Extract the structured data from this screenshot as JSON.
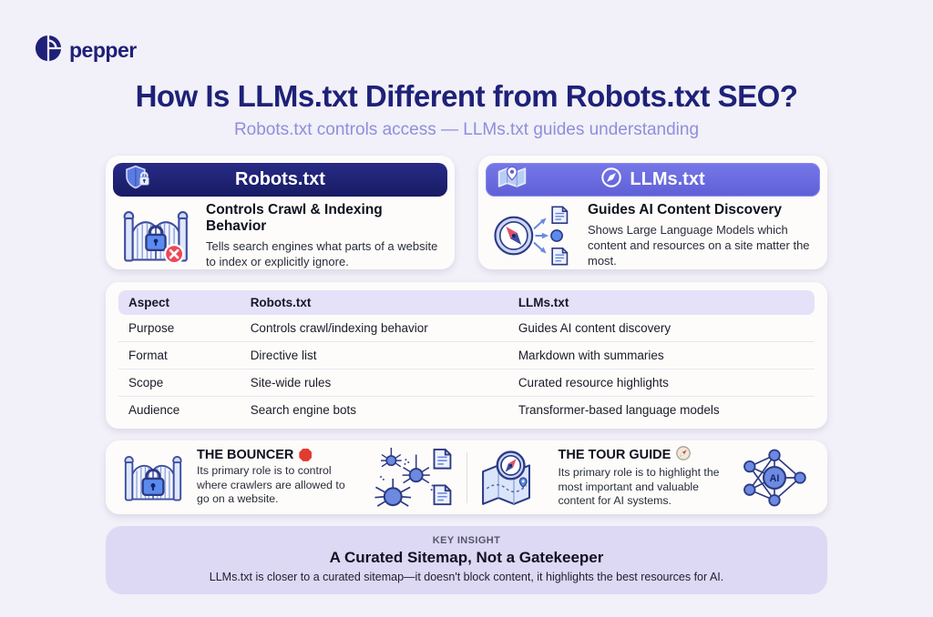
{
  "brand": {
    "name": "pepper"
  },
  "header": {
    "title": "How Is LLMs.txt Different from Robots.txt SEO?",
    "subtitle": "Robots.txt controls access — LLMs.txt guides understanding"
  },
  "cards": {
    "robots": {
      "header": "Robots.txt",
      "heading": "Controls Crawl & Indexing Behavior",
      "body": "Tells search engines what parts of a website to index or explicitly ignore."
    },
    "llms": {
      "header": "LLMs.txt",
      "heading": "Guides AI Content Discovery",
      "body": "Shows Large Language Models which content and resources on a site matter the most."
    }
  },
  "table": {
    "columns": [
      "Aspect",
      "Robots.txt",
      "LLMs.txt"
    ],
    "rows": [
      [
        "Purpose",
        "Controls crawl/indexing behavior",
        "Guides AI content discovery"
      ],
      [
        "Format",
        "Directive list",
        "Markdown with summaries"
      ],
      [
        "Scope",
        "Site-wide rules",
        "Curated resource highlights"
      ],
      [
        "Audience",
        "Search engine bots",
        "Transformer-based language models"
      ]
    ]
  },
  "roles": {
    "bouncer": {
      "title": "THE BOUNCER",
      "body": "Its primary role is to control where crawlers are allowed to go on a website."
    },
    "tour_guide": {
      "title": "THE TOUR GUIDE",
      "body": "Its primary role is to highlight the most important and valuable content for AI systems."
    }
  },
  "insight": {
    "label": "KEY INSIGHT",
    "title": "A Curated Sitemap, Not a Gatekeeper",
    "body": "LLMs.txt is closer to a curated sitemap—it doesn't block content, it highlights the best resources for AI."
  },
  "icons": {
    "robots_header": "shield-lock-icon",
    "llms_header_left": "map-pin-icon",
    "llms_header_center": "compass-icon",
    "robots_body": "gate-lock-x-icon",
    "llms_body": "compass-arrows-docs-icon",
    "bouncer_left": "gate-lock-icon",
    "bouncer_right": "crawler-spiders-docs-icon",
    "tour_left": "map-compass-icon",
    "tour_right": "ai-neural-network-icon"
  },
  "colors": {
    "background": "#f2f0f8",
    "navy": "#1e2178",
    "purple": "#6a6be0",
    "subtitle": "#8d8fdc",
    "table_header": "#e5e1f8",
    "insight_bg": "#ddd8f4",
    "red_badge": "#e8465a",
    "icon_blue": "#6b8ae0",
    "icon_outline": "#2d3a85"
  }
}
